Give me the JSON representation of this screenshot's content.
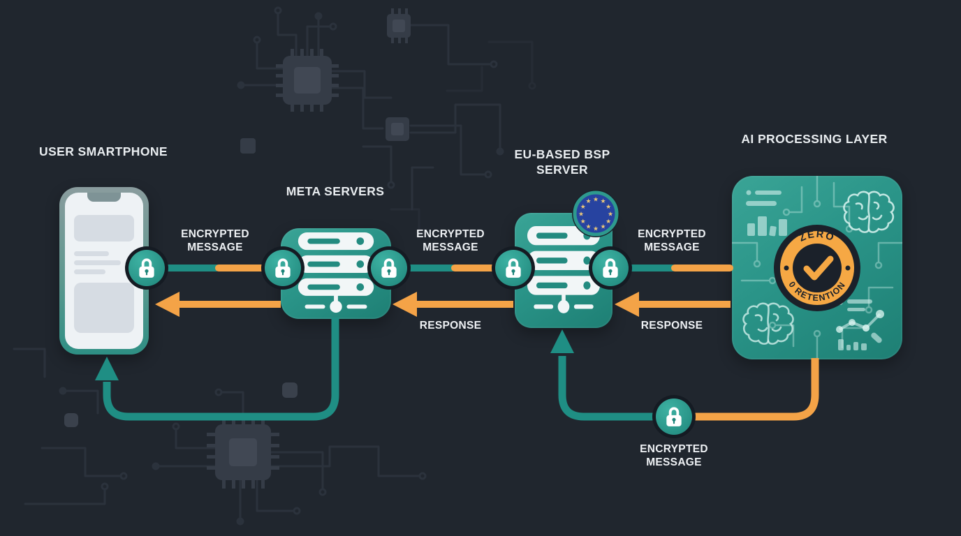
{
  "nodes": {
    "smartphone": {
      "title": "USER SMARTPHONE"
    },
    "meta_servers": {
      "title": "META SERVERS"
    },
    "bsp_server": {
      "title": "EU-BASED BSP SERVER"
    },
    "ai_layer": {
      "title": "AI PROCESSING LAYER"
    }
  },
  "badge": {
    "top": "ZERO",
    "bottom": "0 RETENTION"
  },
  "labels": {
    "link1": "ENCRYPTED MESSAGE",
    "link2": "ENCRYPTED MESSAGE",
    "link3": "ENCRYPTED MESSAGE",
    "response1": "RESPONSE",
    "response2": "RESPONSE",
    "bottom_link": "ENCRYPTED MESSAGE"
  },
  "icons": {
    "lock": "padlock-icon",
    "eu_flag": "eu-flag-stars-icon",
    "server": "server-stack-icon",
    "brain": "brain-outline-icon",
    "bar_chart": "bar-chart-icon",
    "scatter": "scatter-plot-icon",
    "check": "checkmark-icon",
    "chip": "microchip-icon",
    "smartphone": "smartphone-icon"
  },
  "colors": {
    "background": "#20262e",
    "circuit_trace": "#2b323c",
    "teal_line": "#1f8e84",
    "teal_box": "#2a9488",
    "orange": "#f4a347",
    "badge_orange": "#f6a844",
    "dark_ring": "#1b212a",
    "eu_blue": "#2743a0",
    "star_gold": "#ecc979",
    "text": "#e9edf0"
  }
}
